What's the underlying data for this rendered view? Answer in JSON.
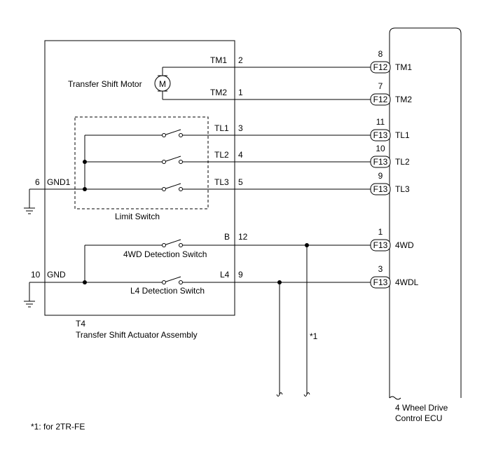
{
  "actuator": {
    "motor_label": "Transfer Shift Motor",
    "motor_symbol": "M",
    "limit_switch_label": "Limit Switch",
    "detect_4wd_label": "4WD Detection Switch",
    "detect_l4_label": "L4 Detection Switch",
    "ref": "T4",
    "name": "Transfer Shift Actuator Assembly",
    "gnd1": {
      "pin": "6",
      "label": "GND1"
    },
    "gnd": {
      "pin": "10",
      "label": "GND"
    },
    "terminals": [
      {
        "label": "TM1",
        "pin": "2"
      },
      {
        "label": "TM2",
        "pin": "1"
      },
      {
        "label": "TL1",
        "pin": "3"
      },
      {
        "label": "TL2",
        "pin": "4"
      },
      {
        "label": "TL3",
        "pin": "5"
      },
      {
        "label": "B",
        "pin": "12"
      },
      {
        "label": "L4",
        "pin": "9"
      }
    ]
  },
  "ecu": {
    "name_line1": "4 Wheel Drive",
    "name_line2": "Control ECU",
    "terminals": [
      {
        "pin": "8",
        "connector": "F12",
        "label": "TM1"
      },
      {
        "pin": "7",
        "connector": "F12",
        "label": "TM2"
      },
      {
        "pin": "11",
        "connector": "F13",
        "label": "TL1"
      },
      {
        "pin": "10",
        "connector": "F13",
        "label": "TL2"
      },
      {
        "pin": "9",
        "connector": "F13",
        "label": "TL3"
      },
      {
        "pin": "1",
        "connector": "F13",
        "label": "4WD"
      },
      {
        "pin": "3",
        "connector": "F13",
        "label": "4WDL"
      }
    ]
  },
  "note_marker": "*1",
  "footnote": "*1: for 2TR-FE"
}
